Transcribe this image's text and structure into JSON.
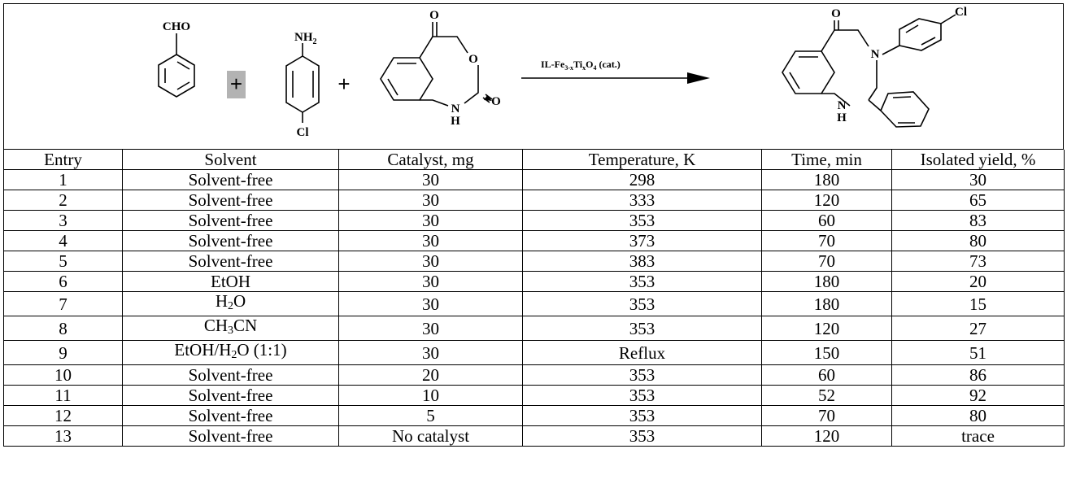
{
  "scheme": {
    "reactant1_label": "CHO",
    "reactant2_top_label": "NH",
    "reactant2_top_sub": "2",
    "reactant2_bottom_label": "Cl",
    "reactant3_O_top": "O",
    "reactant3_O_ring": "O",
    "reactant3_O_right": "O",
    "reactant3_N": "N",
    "reactant3_H": "H",
    "plus": "+",
    "arrow_label": {
      "prefix": "IL-Fe",
      "sub1": "3-x",
      "mid": "Ti",
      "sub2": "x",
      "o": "O",
      "sub3": "4",
      "suffix": " (cat.)"
    },
    "product_O": "O",
    "product_N_ring": "N",
    "product_N_H": "N",
    "product_H": "H",
    "product_Cl": "Cl"
  },
  "table": {
    "headers": [
      "Entry",
      "Solvent",
      "Catalyst, mg",
      "Temperature, K",
      "Time, min",
      "Isolated yield, %"
    ],
    "rows": [
      {
        "entry": "1",
        "solvent": [
          "Solvent-free"
        ],
        "catalyst": "30",
        "temperature": "298",
        "time": "180",
        "yield": "30"
      },
      {
        "entry": "2",
        "solvent": [
          "Solvent-free"
        ],
        "catalyst": "30",
        "temperature": "333",
        "time": "120",
        "yield": "65"
      },
      {
        "entry": "3",
        "solvent": [
          "Solvent-free"
        ],
        "catalyst": "30",
        "temperature": "353",
        "time": "60",
        "yield": "83"
      },
      {
        "entry": "4",
        "solvent": [
          "Solvent-free"
        ],
        "catalyst": "30",
        "temperature": "373",
        "time": "70",
        "yield": "80"
      },
      {
        "entry": "5",
        "solvent": [
          "Solvent-free"
        ],
        "catalyst": "30",
        "temperature": "383",
        "time": "70",
        "yield": "73"
      },
      {
        "entry": "6",
        "solvent": [
          "EtOH"
        ],
        "catalyst": "30",
        "temperature": "353",
        "time": "180",
        "yield": "20"
      },
      {
        "entry": "7",
        "solvent": [
          "H",
          "2",
          "O"
        ],
        "catalyst": "30",
        "temperature": "353",
        "time": "180",
        "yield": "15"
      },
      {
        "entry": "8",
        "solvent": [
          "CH",
          "3",
          "CN"
        ],
        "catalyst": "30",
        "temperature": "353",
        "time": "120",
        "yield": "27"
      },
      {
        "entry": "9",
        "solvent": [
          "EtOH/H",
          "2",
          "O (1:1)"
        ],
        "catalyst": "30",
        "temperature": "Reflux",
        "time": "150",
        "yield": "51"
      },
      {
        "entry": "10",
        "solvent": [
          "Solvent-free"
        ],
        "catalyst": "20",
        "temperature": "353",
        "time": "60",
        "yield": "86"
      },
      {
        "entry": "11",
        "solvent": [
          "Solvent-free"
        ],
        "catalyst": "10",
        "temperature": "353",
        "time": "52",
        "yield": "92"
      },
      {
        "entry": "12",
        "solvent": [
          "Solvent-free"
        ],
        "catalyst": "5",
        "temperature": "353",
        "time": "70",
        "yield": "80"
      },
      {
        "entry": "13",
        "solvent": [
          "Solvent-free"
        ],
        "catalyst": "No catalyst",
        "temperature": "353",
        "time": "120",
        "yield": "trace"
      }
    ]
  }
}
